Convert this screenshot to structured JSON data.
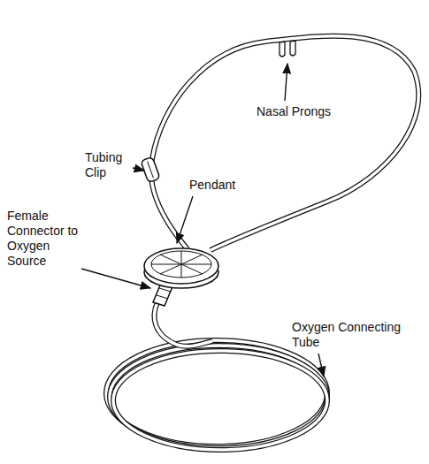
{
  "diagram": {
    "labels": [
      "Nasal Prongs",
      "Tubing Clip",
      "Pendant",
      "Female Connector to Oxygen Source",
      "Oxygen Connecting Tube"
    ]
  }
}
